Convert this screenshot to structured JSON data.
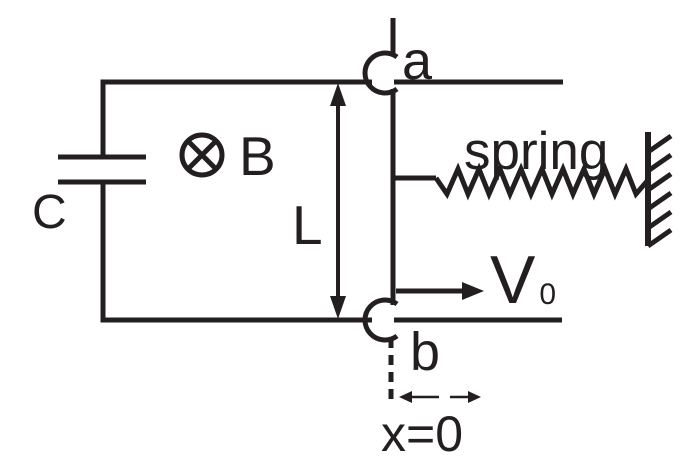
{
  "labels": {
    "capacitor": "C",
    "field": "B",
    "rod_length": "L",
    "contact_top": "a",
    "contact_bottom": "b",
    "spring": "spring",
    "velocity_main": "V",
    "velocity_sub": "0",
    "origin": "x=0"
  },
  "icons": {
    "field_direction": "circle-x-field-into-page",
    "wall": "hatched-fixed-wall",
    "spring_symbol": "zigzag-spring"
  },
  "colors": {
    "ink": "#231f20",
    "background": "#ffffff"
  }
}
